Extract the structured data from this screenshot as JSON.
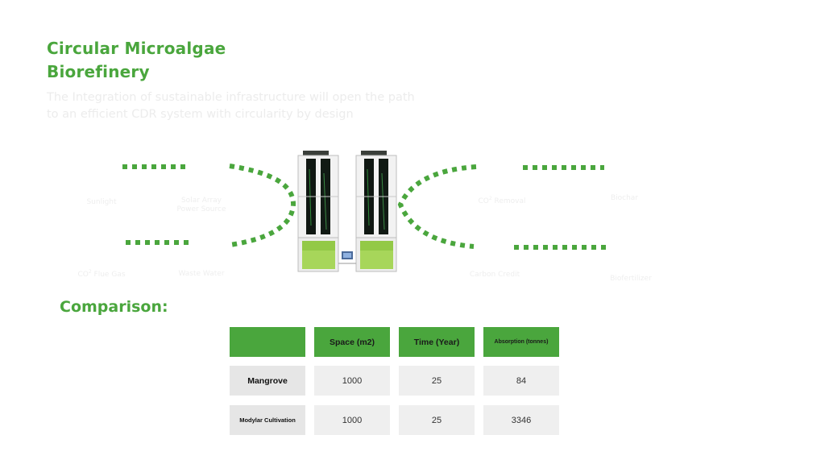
{
  "header": {
    "title_line1": "Circular Microalgae",
    "title_line2": "Biorefinery",
    "subtitle_line1": "The Integration of sustainable infrastructure will open the path",
    "subtitle_line2": "to an efficient CDR system with circularity by design"
  },
  "diagram": {
    "inputs": {
      "sunlight": "Sunlight",
      "solar_line1": "Solar Array",
      "solar_line2": "Power Source",
      "co2_prefix": "CO",
      "co2_sup": "2",
      "flue_suffix": " Flue Gas",
      "waste_water": "Waste Water"
    },
    "outputs": {
      "co2_prefix": "CO",
      "co2_sup": "2",
      "removal_suffix": " Removal",
      "biochar": "Biochar",
      "carbon_credit": "Carbon Credit",
      "biofertilizer": "Biofertilizer"
    },
    "colors": {
      "accent": "#4aa63d"
    }
  },
  "comparison": {
    "heading": "Comparison:",
    "headers": [
      "",
      "Space (m2)",
      "Time (Year)",
      "Absorption (tonnes)"
    ],
    "rows": [
      {
        "label": "Mangrove",
        "values": [
          "1000",
          "25",
          "84"
        ]
      },
      {
        "label": "Modylar Cultivation",
        "values": [
          "1000",
          "25",
          "3346"
        ]
      }
    ]
  }
}
